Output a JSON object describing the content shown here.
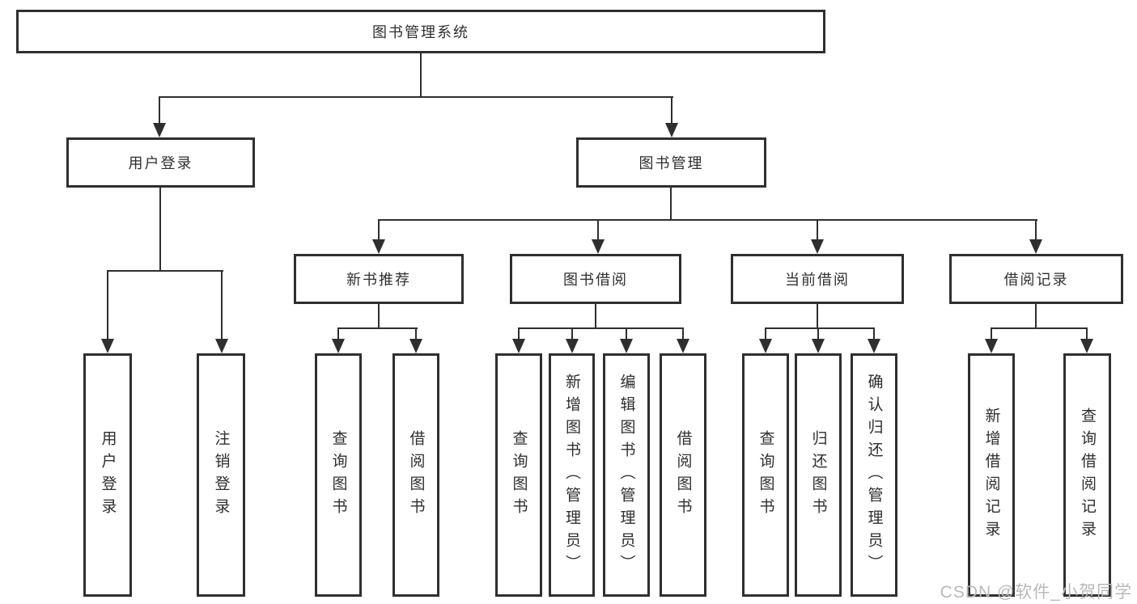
{
  "diagram": {
    "root": {
      "label": "图书管理系统"
    },
    "level2": [
      {
        "label": "用户登录"
      },
      {
        "label": "图书管理"
      }
    ],
    "level3": [
      {
        "label": "新书推荐"
      },
      {
        "label": "图书借阅"
      },
      {
        "label": "当前借阅"
      },
      {
        "label": "借阅记录"
      }
    ],
    "leaves": {
      "user_login": [
        {
          "label": "用户登录"
        },
        {
          "label": "注销登录"
        }
      ],
      "new_book_recommend": [
        {
          "label": "查询图书"
        },
        {
          "label": "借阅图书"
        }
      ],
      "book_borrow": [
        {
          "label": "查询图书"
        },
        {
          "label": "新增图书（管理员）"
        },
        {
          "label": "编辑图书（管理员）"
        },
        {
          "label": "借阅图书"
        }
      ],
      "current_borrow": [
        {
          "label": "查询图书"
        },
        {
          "label": "归还图书"
        },
        {
          "label": "确认归还（管理员）"
        }
      ],
      "borrow_records": [
        {
          "label": "新增借阅记录"
        },
        {
          "label": "查询借阅记录"
        }
      ]
    },
    "colors": {
      "line": "#2f2f2f",
      "text": "#2f2f2f",
      "background": "#ffffff",
      "watermark": "#b9b9b9"
    }
  },
  "watermark": {
    "text": "CSDN @软件_小贺同学"
  }
}
